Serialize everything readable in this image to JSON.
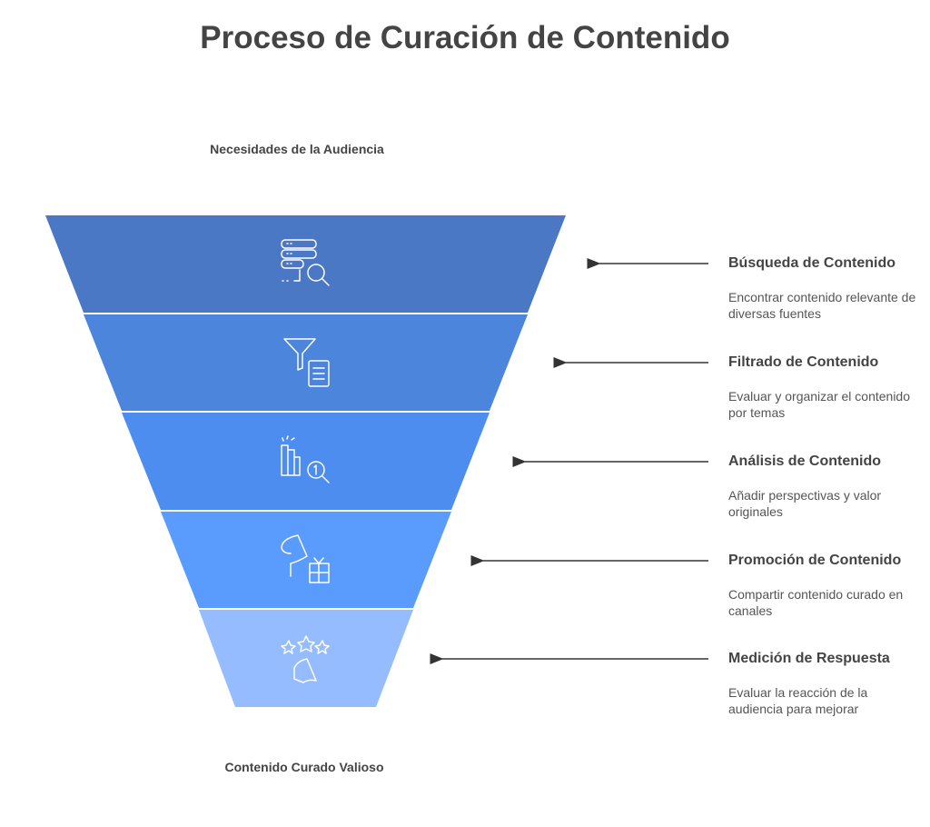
{
  "title": "Proceso de Curación de Contenido",
  "top_label": "Necesidades de la Audiencia",
  "bottom_label": "Contenido Curado Valioso",
  "stages": [
    {
      "title": "Búsqueda de Contenido",
      "description": "Encontrar contenido relevante de diversas fuentes",
      "icon": "server-search-icon",
      "color": "#4a78c4"
    },
    {
      "title": "Filtrado de Contenido",
      "description": "Evaluar y organizar el contenido por temas",
      "icon": "filter-document-icon",
      "color": "#4c85dc"
    },
    {
      "title": "Análisis de Contenido",
      "description": "Añadir perspectivas y valor originales",
      "icon": "chart-magnifier-icon",
      "color": "#4e8df0"
    },
    {
      "title": "Promoción de Contenido",
      "description": "Compartir contenido curado en canales",
      "icon": "megaphone-gift-icon",
      "color": "#5a9cfe"
    },
    {
      "title": "Medición de Respuesta",
      "description": "Evaluar la reacción de la audiencia para mejorar",
      "icon": "stars-megaphone-icon",
      "color": "#95bcff"
    }
  ]
}
